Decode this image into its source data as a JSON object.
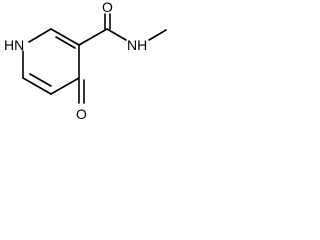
{
  "atoms": {
    "ring_nh": "HN",
    "carbonyl_o_top": "O",
    "amide_nh": "NH",
    "carbonyl_o_bottom": "O"
  },
  "colors": {
    "background": "#ffffff",
    "bond": "#000000",
    "label": "#000000"
  }
}
